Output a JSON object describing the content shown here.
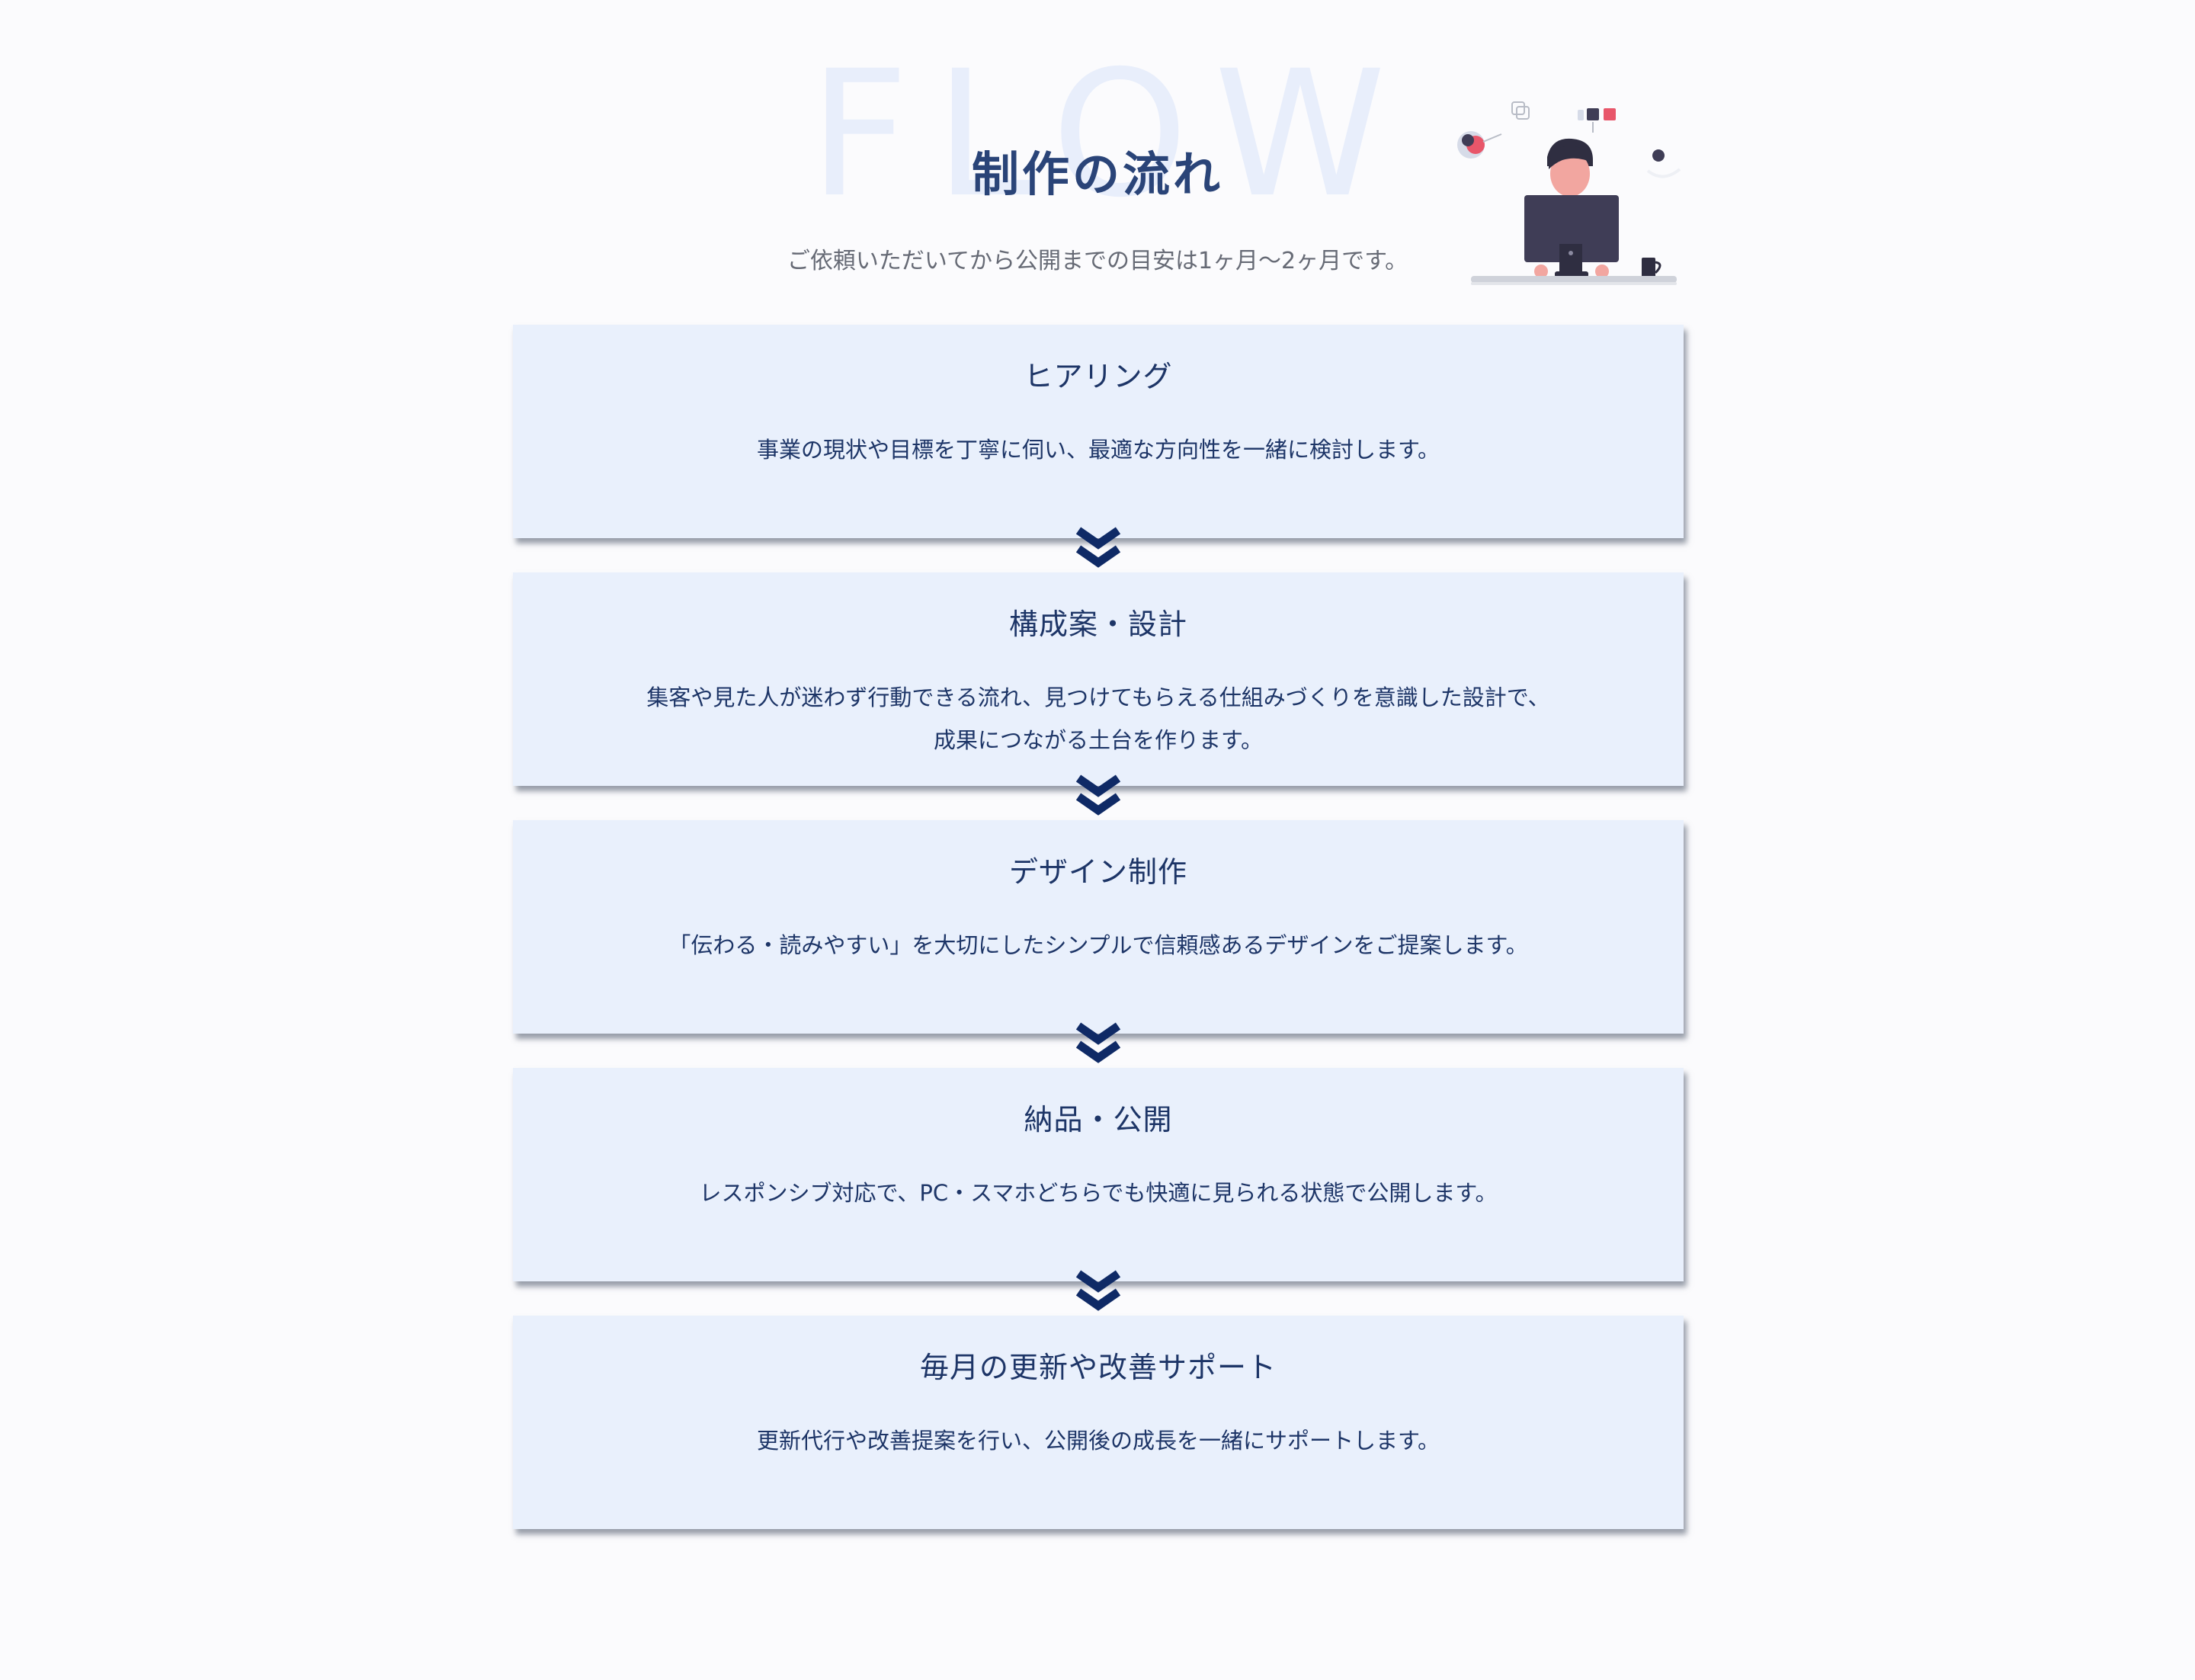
{
  "header": {
    "background_word": "FLOW",
    "title": "制作の流れ",
    "lead": "ご依頼いただいてから公開までの目安は1ヶ月〜2ヶ月です。"
  },
  "steps": [
    {
      "title": "ヒアリング",
      "text_lines": [
        "事業の現状や目標を丁寧に伺い、最適な方向性を一緒に検討します。"
      ]
    },
    {
      "title": "構成案・設計",
      "text_lines": [
        "集客や見た人が迷わず行動できる流れ、見つけてもらえる仕組みづくりを意識した設計で、",
        "成果につながる土台を作ります。"
      ]
    },
    {
      "title": "デザイン制作",
      "text_lines": [
        "「伝わる・読みやすい」を大切にしたシンプルで信頼感あるデザインをご提案します。"
      ]
    },
    {
      "title": "納品・公開",
      "text_lines": [
        "レスポンシブ対応で、PC・スマホどちらでも快適に見られる状態で公開します。"
      ]
    },
    {
      "title": "毎月の更新や改善サポート",
      "text_lines": [
        "更新代行や改善提案を行い、公開後の成長を一緒にサポートします。"
      ]
    }
  ],
  "colors": {
    "card_background": "#e9f0fc",
    "text_navy": "#1d3567",
    "arrow_navy": "#0f2a66",
    "title_navy": "#2a4478",
    "background_word": "#e8eefb"
  },
  "icons": {
    "step_arrow": "double-chevron-down-icon",
    "illustration": "person-at-computer-illustration"
  }
}
